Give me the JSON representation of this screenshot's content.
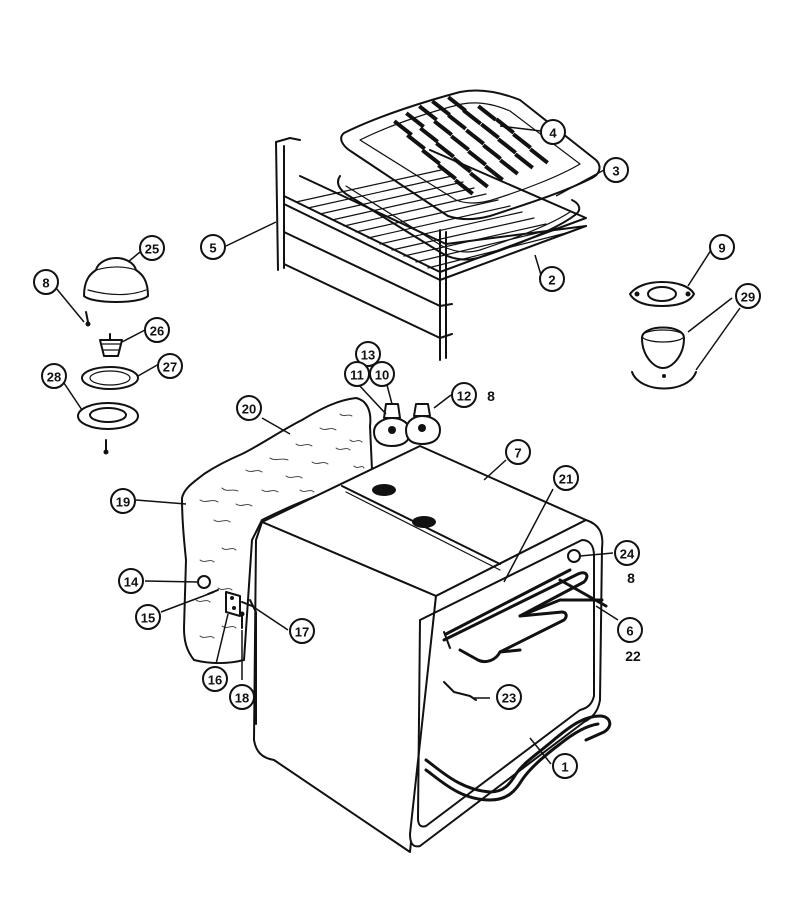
{
  "callouts": [
    {
      "id": "c4",
      "label": "4"
    },
    {
      "id": "c3",
      "label": "3"
    },
    {
      "id": "c5",
      "label": "5"
    },
    {
      "id": "c2",
      "label": "2"
    },
    {
      "id": "c25",
      "label": "25"
    },
    {
      "id": "c8a",
      "label": "8"
    },
    {
      "id": "c26",
      "label": "26"
    },
    {
      "id": "c27",
      "label": "27"
    },
    {
      "id": "c28",
      "label": "28"
    },
    {
      "id": "c9",
      "label": "9"
    },
    {
      "id": "c29",
      "label": "29"
    },
    {
      "id": "c13",
      "label": "13"
    },
    {
      "id": "c11",
      "label": "11"
    },
    {
      "id": "c10",
      "label": "10"
    },
    {
      "id": "c12",
      "label": "12"
    },
    {
      "id": "c20",
      "label": "20"
    },
    {
      "id": "c7",
      "label": "7"
    },
    {
      "id": "c21",
      "label": "21"
    },
    {
      "id": "c19",
      "label": "19"
    },
    {
      "id": "c24",
      "label": "24"
    },
    {
      "id": "c14",
      "label": "14"
    },
    {
      "id": "c15",
      "label": "15"
    },
    {
      "id": "c17",
      "label": "17"
    },
    {
      "id": "c6",
      "label": "6"
    },
    {
      "id": "c16",
      "label": "16"
    },
    {
      "id": "c18",
      "label": "18"
    },
    {
      "id": "c23",
      "label": "23"
    },
    {
      "id": "c1",
      "label": "1"
    }
  ],
  "plain_labels": {
    "l8b": "8",
    "l8c": "8",
    "l22": "22"
  }
}
